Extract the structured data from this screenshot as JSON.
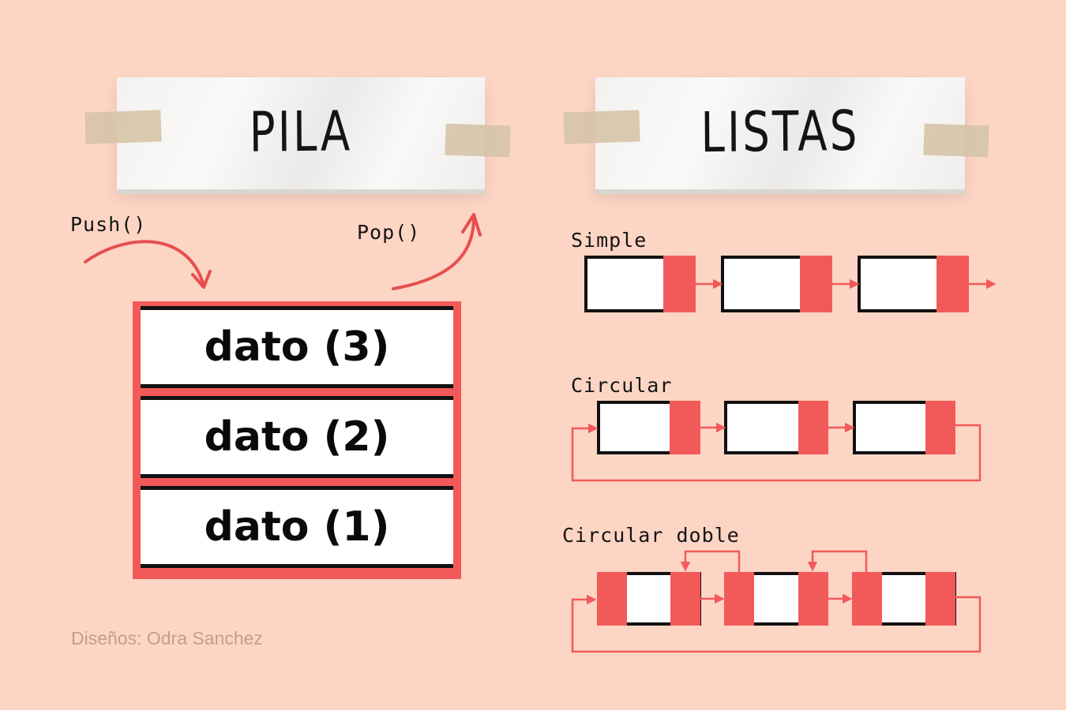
{
  "pila": {
    "title": "PILA",
    "push_label": "Push()",
    "pop_label": "Pop()",
    "items": [
      "dato (3)",
      "dato (2)",
      "dato (1)"
    ]
  },
  "listas": {
    "title": "LISTAS",
    "simple_label": "Simple",
    "circular_label": "Circular",
    "circular_doble_label": "Circular doble"
  },
  "credit": "Diseños: Odra Sanchez",
  "colors": {
    "background": "#fdd5c4",
    "accent": "#f25959",
    "paper": "#f3f2f0",
    "tape": "#d6c4a8",
    "credit": "#c29e90"
  }
}
